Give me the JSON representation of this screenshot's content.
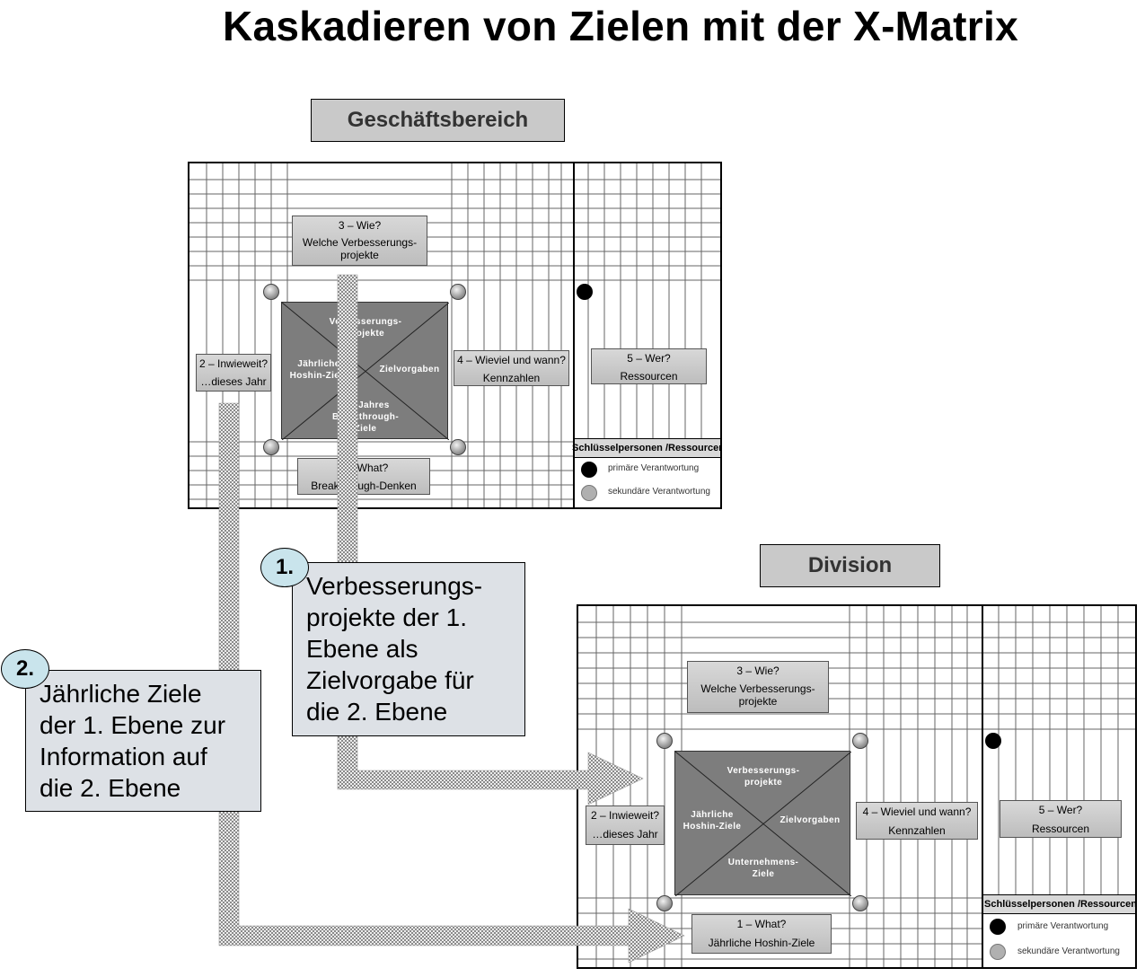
{
  "title": "Kaskadieren von Zielen mit der X-Matrix",
  "colors": {
    "label_bg": "#c9c9c9",
    "box_bg": "#c8c8c8",
    "center_bg": "#7d7d7d",
    "callout_bg": "#dde1e6",
    "badge_bg": "#c9e4ec"
  },
  "top": {
    "label": "Geschäftsbereich",
    "wie": {
      "line1": "3 – Wie?",
      "line2": "Welche Verbesserungs-",
      "line3": "projekte"
    },
    "inwieweit": {
      "line1": "2 – Inwieweit?",
      "line2": "…dieses Jahr"
    },
    "wieviel": {
      "line1": "4 – Wieviel und wann?",
      "line2": "Kennzahlen"
    },
    "wer": {
      "line1": "5 – Wer?",
      "line2": "Ressourcen"
    },
    "what": {
      "line1": "1 – What?",
      "line2": "Breakthrough-Denken"
    },
    "center": {
      "top1": "Verbesserungs-",
      "top2": "projekte",
      "left1": "Jährliche",
      "left2": "Hoshin-Ziele",
      "right": "Zielvorgaben",
      "bottom1": "3-5 Jahres",
      "bottom2": "Breakthrough-",
      "bottom3": "Ziele"
    },
    "legend": {
      "header": "Schlüsselpersonen /Ressourcen",
      "primary": "primäre Verantwortung",
      "secondary": "sekundäre Verantwortung"
    }
  },
  "bottom": {
    "label": "Division",
    "wie": {
      "line1": "3 – Wie?",
      "line2": "Welche Verbesserungs-",
      "line3": "projekte"
    },
    "inwieweit": {
      "line1": "2 – Inwieweit?",
      "line2": "…dieses Jahr"
    },
    "wieviel": {
      "line1": "4 – Wieviel und wann?",
      "line2": "Kennzahlen"
    },
    "wer": {
      "line1": "5 – Wer?",
      "line2": "Ressourcen"
    },
    "what": {
      "line1": "1 – What?",
      "line2": "Jährliche Hoshin-Ziele"
    },
    "center": {
      "top1": "Verbesserungs-",
      "top2": "projekte",
      "left1": "Jährliche",
      "left2": "Hoshin-Ziele",
      "right": "Zielvorgaben",
      "bottom1": "Unternehmens-",
      "bottom2": "Ziele"
    },
    "legend": {
      "header": "Schlüsselpersonen /Ressourcen",
      "primary": "primäre Verantwortung",
      "secondary": "sekundäre Verantwortung"
    }
  },
  "callout1": {
    "badge": "1.",
    "line1": "Verbesserungs-",
    "line2": "projekte der 1.",
    "line3": "Ebene als",
    "line4": "Zielvorgabe für",
    "line5": "die 2. Ebene"
  },
  "callout2": {
    "badge": "2.",
    "line1": "Jährliche Ziele",
    "line2": "der 1. Ebene zur",
    "line3": "Information auf",
    "line4": "die 2. Ebene"
  }
}
